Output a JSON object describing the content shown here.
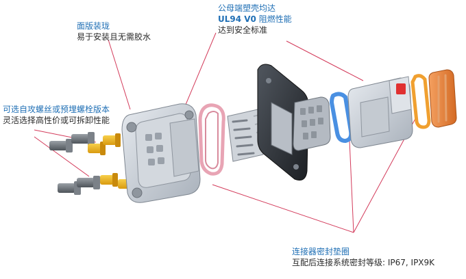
{
  "annotations": {
    "panel_mount": {
      "title": "面版装珑",
      "desc": "易于安装且无需胶水"
    },
    "housing": {
      "title": "公母端塑壳均达",
      "rating_bold": "UL94 V0",
      "rating_rest": " 阻燃性能",
      "desc": "达到安全标准"
    },
    "screws": {
      "title": "可选自攻螺丝或预埋螺栓版本",
      "desc": "灵活选择高性价或可拆卸性能"
    },
    "seal": {
      "title": "连接器密封垫圈",
      "desc": "互配后连接系统密封等级: IP67, IPX9K"
    }
  },
  "colors": {
    "title_blue": "#1f6fb5",
    "leader_red": "#d33a5a",
    "seal_pink": "#e8a4b4",
    "seal_blue": "#4a90e2",
    "gasket_orange": "#f0a030",
    "brass": "#e8b020",
    "pcb_orange": "#e8823a",
    "latch_red": "#e03030",
    "body_grey": "#c8ced6",
    "panel_dark": "#2e3238"
  }
}
